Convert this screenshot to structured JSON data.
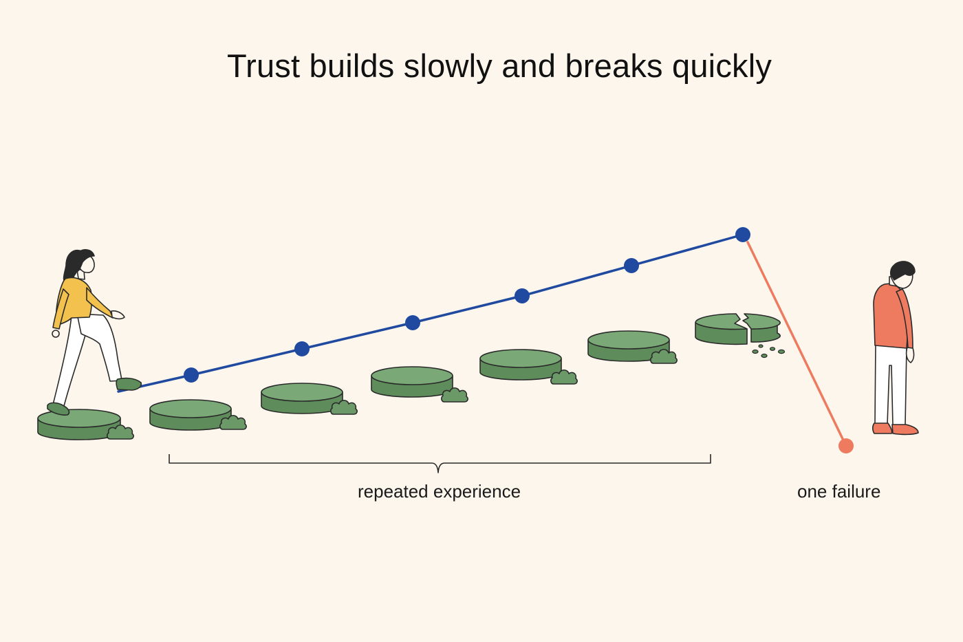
{
  "title": "Trust builds slowly and breaks quickly",
  "labels": {
    "repeated_experience": "repeated experience",
    "one_failure": "one failure"
  },
  "colors": {
    "background": "#fcf6ed",
    "trust_line": "#1f4aa0",
    "failure_line": "#ee7a5f",
    "stone_fill": "#6b9a68",
    "stone_outline": "#2a2a2a",
    "woman_top": "#f2c14e",
    "man_top": "#ee7a5f"
  },
  "icons": [
    "woman-walking-icon",
    "stepping-stone-icon",
    "bush-icon",
    "broken-stone-icon",
    "man-looking-down-icon"
  ],
  "counts": {
    "trust_points": 6,
    "stepping_stones": 7
  }
}
